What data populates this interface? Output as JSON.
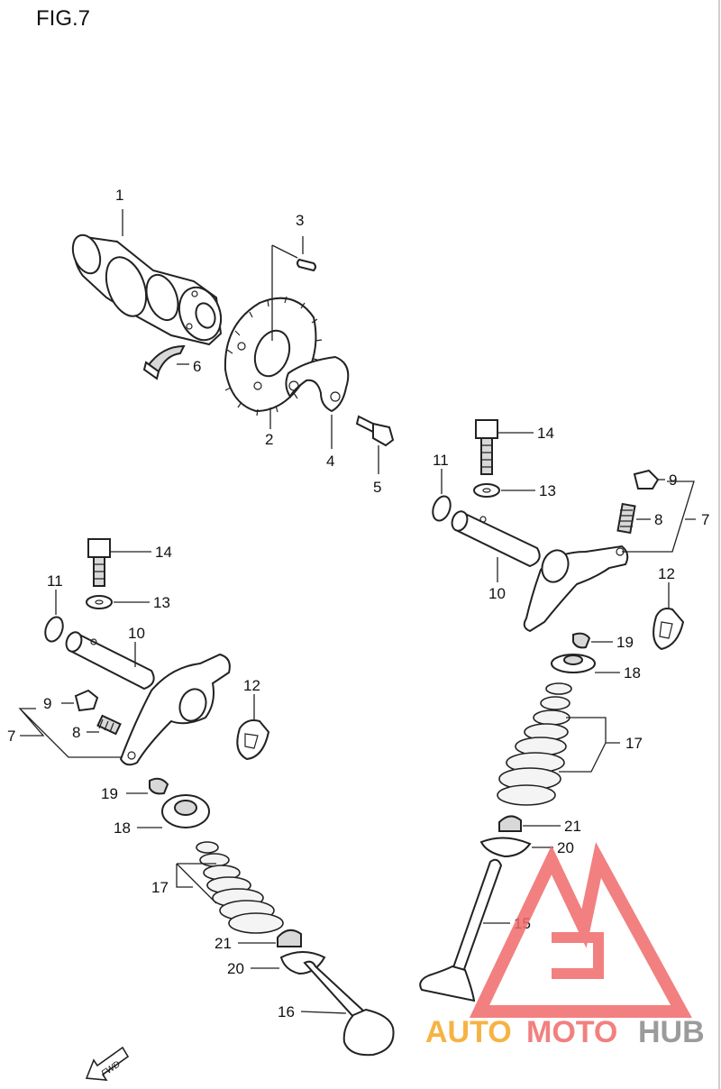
{
  "figure": {
    "title": "FIG.7"
  },
  "callouts": [
    {
      "id": "c1",
      "text": "1"
    },
    {
      "id": "c2",
      "text": "2"
    },
    {
      "id": "c3",
      "text": "3"
    },
    {
      "id": "c4",
      "text": "4"
    },
    {
      "id": "c5",
      "text": "5"
    },
    {
      "id": "c6",
      "text": "6"
    },
    {
      "id": "c7r",
      "text": "7"
    },
    {
      "id": "c7l",
      "text": "7"
    },
    {
      "id": "c8r",
      "text": "8"
    },
    {
      "id": "c8l",
      "text": "8"
    },
    {
      "id": "c9r",
      "text": "9"
    },
    {
      "id": "c9l",
      "text": "9"
    },
    {
      "id": "c10r",
      "text": "10"
    },
    {
      "id": "c10l",
      "text": "10"
    },
    {
      "id": "c11r",
      "text": "11"
    },
    {
      "id": "c11l",
      "text": "11"
    },
    {
      "id": "c12r",
      "text": "12"
    },
    {
      "id": "c12l",
      "text": "12"
    },
    {
      "id": "c13r",
      "text": "13"
    },
    {
      "id": "c13l",
      "text": "13"
    },
    {
      "id": "c14r",
      "text": "14"
    },
    {
      "id": "c14l",
      "text": "14"
    },
    {
      "id": "c15",
      "text": "15"
    },
    {
      "id": "c16",
      "text": "16"
    },
    {
      "id": "c17r",
      "text": "17"
    },
    {
      "id": "c17l",
      "text": "17"
    },
    {
      "id": "c18r",
      "text": "18"
    },
    {
      "id": "c18l",
      "text": "18"
    },
    {
      "id": "c19r",
      "text": "19"
    },
    {
      "id": "c19l",
      "text": "19"
    },
    {
      "id": "c20r",
      "text": "20"
    },
    {
      "id": "c20l",
      "text": "20"
    },
    {
      "id": "c21r",
      "text": "21"
    },
    {
      "id": "c21l",
      "text": "21"
    }
  ],
  "fwd_arrow": {
    "text": "FWD"
  },
  "watermark": {
    "text_part1": "AUTO",
    "text_part2": "MOTO",
    "text_part3": "HUB",
    "color_orange": "#f5a623",
    "color_red": "#f06a6a",
    "color_gray": "#8a8a8a"
  }
}
